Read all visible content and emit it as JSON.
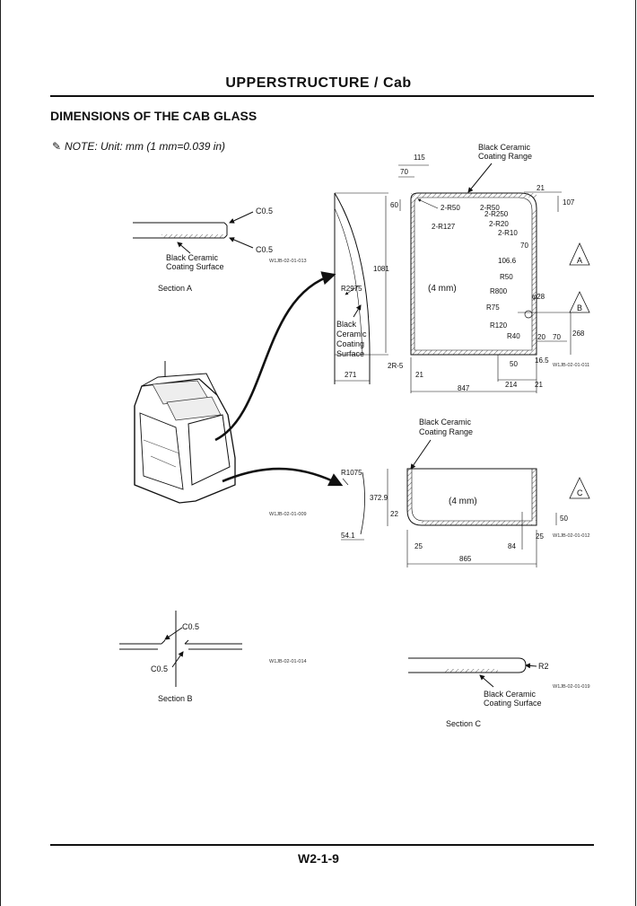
{
  "header": {
    "title": "UPPERSTRUCTURE / Cab"
  },
  "section_title": "DIMENSIONS OF THE CAB GLASS",
  "note": {
    "text": "NOTE:  Unit: mm (1 mm=0.039 in)"
  },
  "footer": {
    "page_number": "W2-1-9"
  },
  "labels": {
    "black_ceramic": "Black Ceramic",
    "coating_range": "Coating Range",
    "coating_surface": "Coating Surface",
    "ceramic": "Ceramic",
    "coating": "Coating",
    "surface": "Surface",
    "black": "Black",
    "four_mm": "(4 mm)",
    "section_a": "Section A",
    "section_b": "Section B",
    "section_c": "Section C",
    "marker_a": "A",
    "marker_b": "B",
    "marker_c": "C"
  },
  "figure_ids": {
    "fig_013": "W1JB-02-01-013",
    "fig_011": "W1JB-02-01-011",
    "fig_009": "W1JB-02-01-009",
    "fig_012": "W1JB-02-01-012",
    "fig_014": "W1JB-02-01-014",
    "fig_019": "W1JB-02-01-019"
  },
  "dims": {
    "c05": "C0.5",
    "d115": "115",
    "d70": "70",
    "d60": "60",
    "d21": "21",
    "d107": "107",
    "r50x2": "2-R50",
    "r127x2": "2-R127",
    "r250x2": "2-R250",
    "r20x2": "2-R20",
    "r10x2": "2-R10",
    "d1081": "1081",
    "r2975": "R2975",
    "d106_6": "106.6",
    "r50": "R50",
    "r800": "R800",
    "phi28": "φ28",
    "r75": "R75",
    "r120": "R120",
    "r40": "R40",
    "d20": "20",
    "d268": "268",
    "d50": "50",
    "d16_5": "16.5",
    "r5x2": "2R-5",
    "d271": "271",
    "d847": "847",
    "d214": "214",
    "r1075": "R1075",
    "d372_9": "372.9",
    "d22": "22",
    "d54_1": "54.1",
    "d25": "25",
    "d84": "84",
    "d865": "865",
    "r2": "R2"
  },
  "icons": {
    "note_icon": "pencil-icon"
  }
}
